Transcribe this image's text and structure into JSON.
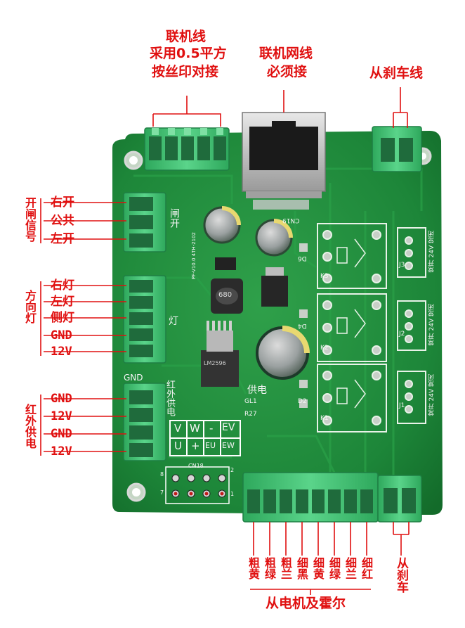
{
  "top": {
    "linkline_title": "联机线",
    "linkline_l2": "采用0.5平方",
    "linkline_l3": "按丝印对接",
    "netline_title": "联机网线",
    "netline_l2": "必须接",
    "brake_title": "从刹车线"
  },
  "left": {
    "door_group": "开闸信号",
    "door_pins": [
      "右开",
      "公共",
      "左开"
    ],
    "turn_group": "方向灯",
    "turn_pins": [
      "右灯",
      "左灯",
      "侧灯",
      "GND",
      "12V"
    ],
    "ir_group": "红外供电",
    "ir_pins": [
      "GND",
      "12V",
      "GND",
      "12V"
    ]
  },
  "bottom": {
    "motor_pins": [
      "粗黄",
      "粗绿",
      "粗兰",
      "细黑",
      "细黄",
      "细绿",
      "细兰",
      "细红"
    ],
    "motor_title": "从电机及霍尔",
    "brake_label": "从刹车"
  },
  "board": {
    "silk_kai": "开",
    "silk_zha": "闸",
    "silk_deng": "灯",
    "silk_ir": "红外供电",
    "silk_gong": "供电",
    "silk_cn19": "CN19",
    "silk_gnd": "GND",
    "silk_gl1": "GL1",
    "silk_r27": "R27",
    "silk_d2": "D2",
    "silk_d4": "D4",
    "silk_d6": "D6",
    "silk_k1": "K1",
    "silk_k2": "K2",
    "silk_k3": "K3",
    "silk_j1": "J1",
    "silk_j2": "J2",
    "silk_j3": "J3",
    "silk_relay": "常开 24V 常闭",
    "silk_cn18": "CN18",
    "silk_model": "PF-V10.0 4TH-2102",
    "silk_inductor": "680",
    "silk_chip": "LM2596",
    "table_row1": [
      "V",
      "W",
      "-",
      "EV"
    ],
    "table_row2": [
      "U",
      "+",
      "EU",
      "EW"
    ],
    "pin_8": "8",
    "pin_7": "7",
    "pin_2": "2",
    "pin_1": "1"
  },
  "colors": {
    "pcb": "#1f8a3b",
    "pcb_dark": "#136b2a",
    "label": "#e01010",
    "terminal": "#3fbf70",
    "silk": "#f4f4f4"
  }
}
